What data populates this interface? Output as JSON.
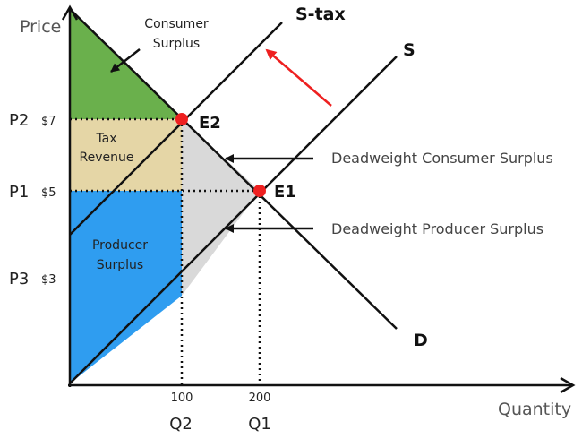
{
  "axes": {
    "y_label": "Price",
    "x_label": "Quantity"
  },
  "prices": {
    "p2": {
      "label": "P2",
      "value": "$7"
    },
    "p1": {
      "label": "P1",
      "value": "$5"
    },
    "p3": {
      "label": "P3",
      "value": "$3"
    }
  },
  "quantities": {
    "q2": {
      "label": "Q2",
      "value": "100"
    },
    "q1": {
      "label": "Q1",
      "value": "200"
    }
  },
  "curves": {
    "stax": "S-tax",
    "supply": "S",
    "demand": "D"
  },
  "points": {
    "e2": "E2",
    "e1": "E1"
  },
  "areas": {
    "consumer_surplus": {
      "line1": "Consumer",
      "line2": "Surplus"
    },
    "tax_revenue": {
      "line1": "Tax",
      "line2": "Revenue"
    },
    "producer_surplus": {
      "line1": "Producer",
      "line2": "Surplus"
    }
  },
  "annotations": {
    "dw_consumer": "Deadweight Consumer Surplus",
    "dw_producer": "Deadweight Producer Surplus"
  },
  "colors": {
    "consumer_surplus": "#6ab04c",
    "tax_revenue": "#e5d6a6",
    "producer_surplus": "#2f9df0",
    "deadweight": "#d9d9d9",
    "equilibrium": "#ee2020",
    "shift_arrow": "#ee2020"
  }
}
